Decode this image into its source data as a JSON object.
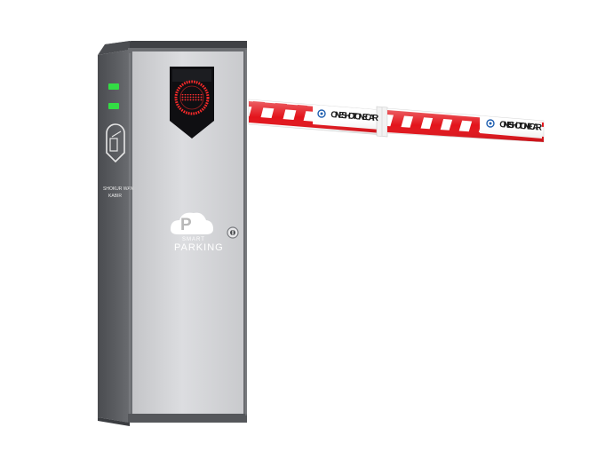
{
  "boom": {
    "slogan_1": "ONE SHOT ONE CAR",
    "slogan_2": "ONE SHOT ONE CAR"
  },
  "cabinet": {
    "logo_small_text": "SMART",
    "logo_big_text": "PARKING",
    "side_label_line1": "SHOKUR WAN",
    "side_label_line2": "KABIR"
  },
  "colors": {
    "boom_red": "#e3141b",
    "cabinet_front": "#d2d3d5",
    "cabinet_side": "#56585c",
    "indicator_green": "#33dd44",
    "signal_red": "#ff2a2a"
  },
  "icons": {
    "signal": "no-entry-icon",
    "side": "parking-sign-icon",
    "lock": "key-lock-icon"
  }
}
